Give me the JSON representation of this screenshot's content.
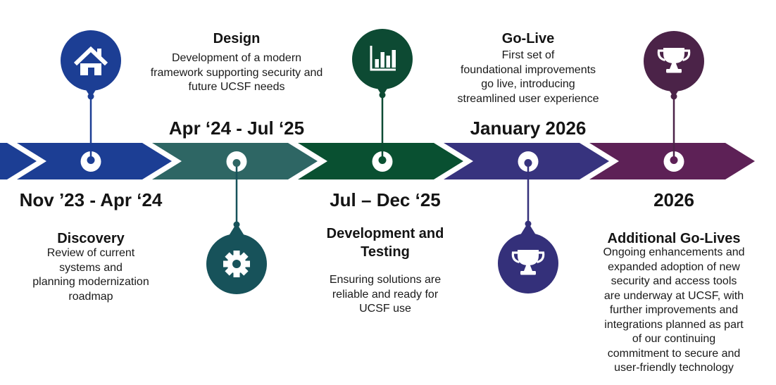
{
  "diagram_type": "project-timeline",
  "background_color": "#ffffff",
  "text_color": "#141414",
  "phases": [
    {
      "id": 1,
      "band_color": "#1c3e94",
      "balloon_color": "#1c3e94",
      "icon": "home-icon",
      "balloon_position": "above-band",
      "text_position": "below-band",
      "date_range": "Nov ’23 - Apr ‘24",
      "title": "Discovery",
      "description": "Review of current\nsystems and\nplanning modernization\nroadmap"
    },
    {
      "id": 2,
      "band_color": "#2e6664",
      "balloon_color": "#17525a",
      "icon": "gear-icon",
      "balloon_position": "below-band",
      "text_position": "above-band",
      "date_range": "Apr ‘24 - Jul ‘25",
      "title": "Design",
      "description": "Development of a modern\nframework supporting security and\nfuture UCSF needs"
    },
    {
      "id": 3,
      "band_color": "#095031",
      "balloon_color": "#0d4a33",
      "icon": "bar-chart-icon",
      "balloon_position": "above-band",
      "text_position": "below-band",
      "date_range": "Jul – Dec ‘25",
      "title": "Development and\nTesting",
      "description": "Ensuring solutions are\nreliable and ready for\nUCSF use"
    },
    {
      "id": 4,
      "band_color": "#37337e",
      "balloon_color": "#34307a",
      "icon": "trophy-icon",
      "balloon_position": "below-band",
      "text_position": "above-band",
      "date_range": "January 2026",
      "title": "Go-Live",
      "description": "First set of\nfoundational improvements\ngo live, introducing\nstreamlined user experience"
    },
    {
      "id": 5,
      "band_color": "#5d2156",
      "balloon_color": "#4b2348",
      "icon": "trophy-icon",
      "balloon_position": "above-band",
      "text_position": "below-band",
      "date_range": "2026",
      "title": "Additional Go-Lives",
      "description": "Ongoing enhancements and\nexpanded adoption of new\nsecurity and access tools\nare underway at UCSF, with\nfurther improvements and\nintegrations planned as part\nof our continuing\ncommitment to secure and\nuser-friendly technology"
    }
  ]
}
